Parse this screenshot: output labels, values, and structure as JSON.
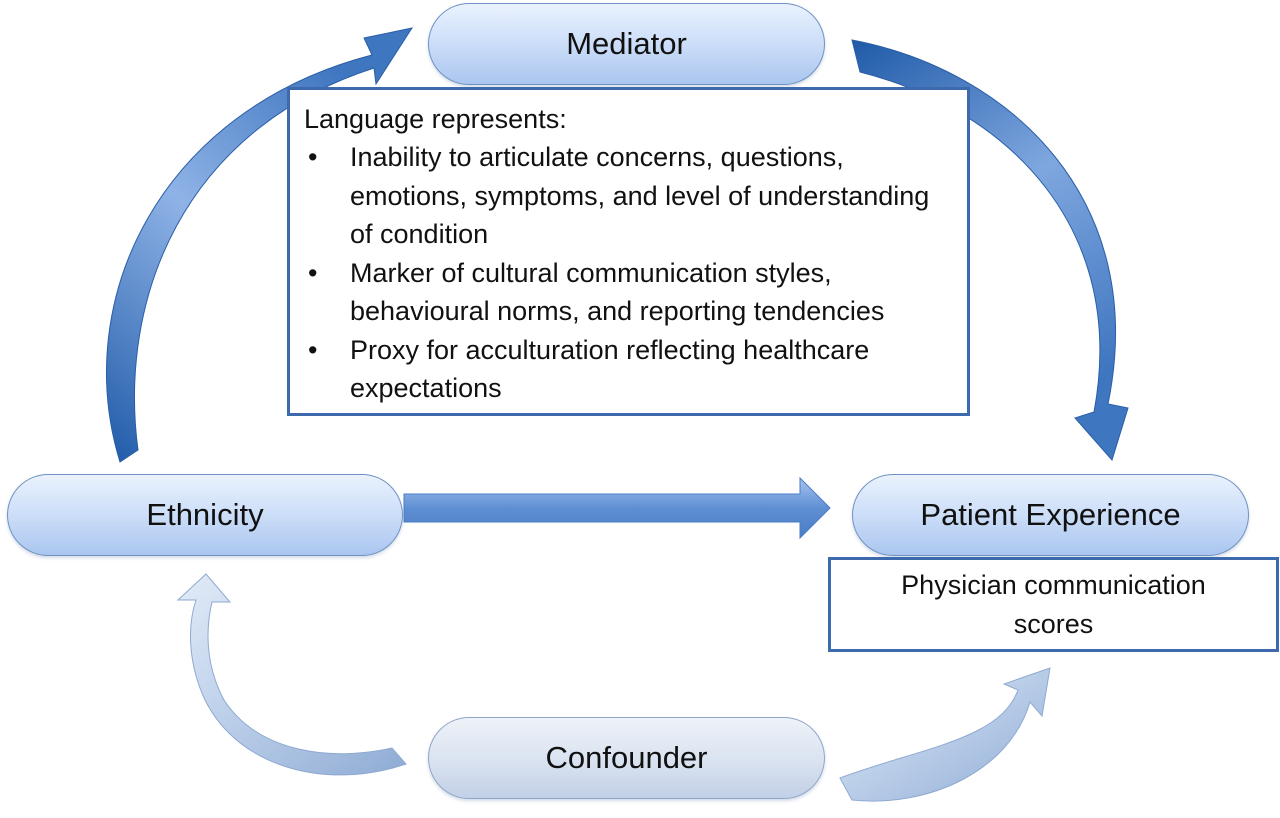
{
  "nodes": {
    "mediator": "Mediator",
    "ethnicity": "Ethnicity",
    "patient_experience": "Patient Experience",
    "confounder": "Confounder"
  },
  "language_box": {
    "heading": "Language represents:",
    "bullets": [
      "Inability to articulate concerns, questions, emotions, symptoms, and level of understanding of condition",
      "Marker of cultural communication styles, behavioural norms, and reporting tendencies",
      "Proxy for acculturation reflecting healthcare expectations"
    ]
  },
  "physician_box": "Physician communication scores",
  "colors": {
    "node_fill": "#cfe0f9",
    "node_border": "#6f92c2",
    "box_border": "#3d6aac",
    "arrow_dark": "#2d64ad",
    "arrow_light": "#a9c3e4"
  }
}
